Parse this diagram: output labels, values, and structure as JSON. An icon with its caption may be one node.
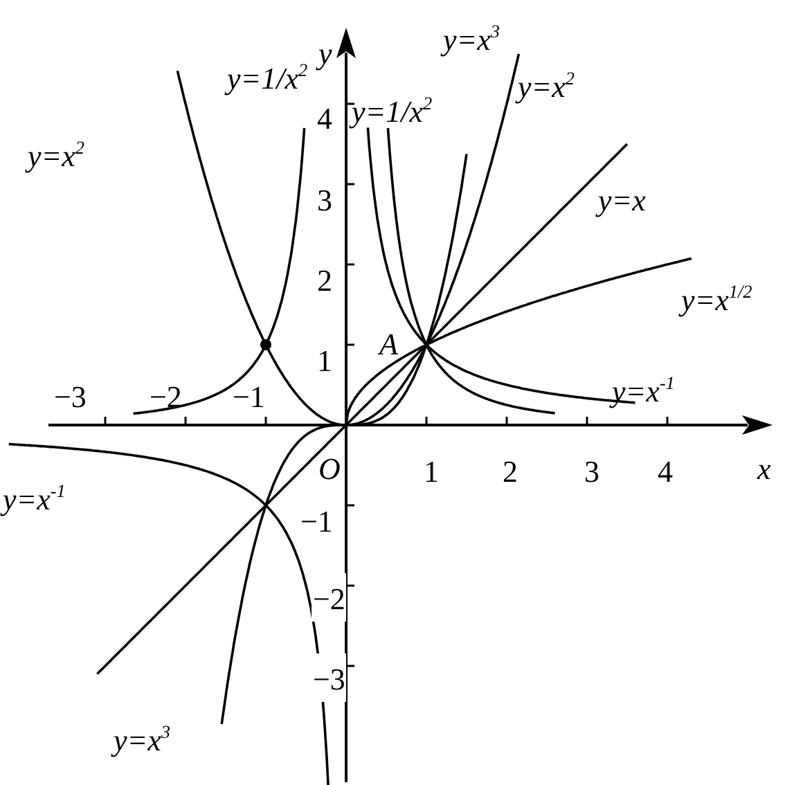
{
  "diagram": {
    "labels": [
      "y",
      "y=x$^{3}$",
      "y=1/x$^{2}$",
      "y=1/x$^{2}$",
      "y=x$^{2}$",
      "4",
      "y=x$^{2}$",
      "3",
      "y=x",
      "2",
      "y=x$^{1/2}$",
      "A",
      "1",
      "y=x$^{-1}$",
      "−3",
      "−2",
      "−1",
      "1",
      "2",
      "3",
      "4",
      "x",
      "y=x$^{-1}$",
      "O",
      "−1",
      "−2",
      "−3",
      "y=x$^{3}$"
    ]
  }
}
